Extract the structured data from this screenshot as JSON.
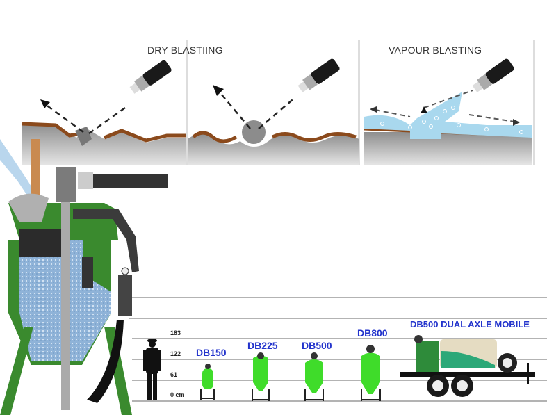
{
  "panels": {
    "dry_title": "DRY BLASTIING",
    "vapour_title": "VAPOUR BLASTING"
  },
  "scale": {
    "ticks": [
      "183",
      "122",
      "61",
      "0 cm"
    ]
  },
  "models": [
    {
      "label": "DB150"
    },
    {
      "label": "DB225"
    },
    {
      "label": "DB500"
    },
    {
      "label": "DB800"
    },
    {
      "label": "DB500 DUAL AXLE MOBILE"
    }
  ],
  "colors": {
    "machine_green": "#3a8a2e",
    "bright_green": "#3fdc2a",
    "label_blue": "#2233cc",
    "coating_brown": "#8b4a1c",
    "water_blue": "#a9d8ee"
  }
}
